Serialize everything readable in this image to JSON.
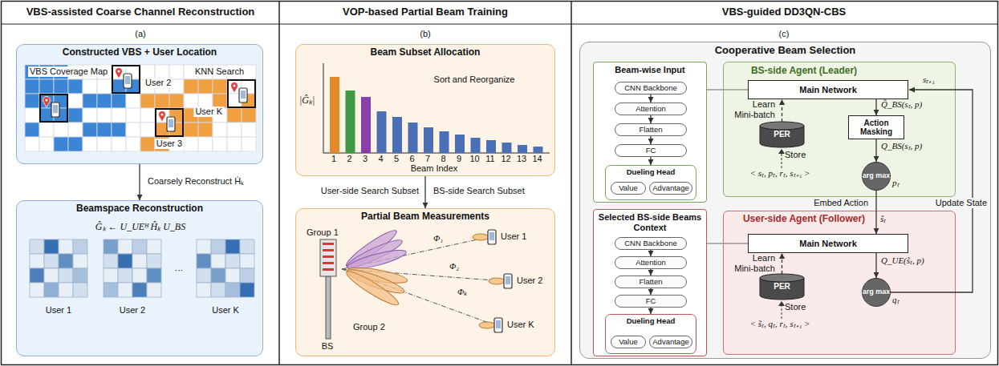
{
  "diagram": {
    "nodes": [
      {
        "text": [
          "VBS-assisted Coarse Channel Reconstruction",
          "(a)"
        ]
      },
      {
        "text": [
          "Constructed VBS + User Location",
          "VBS Coverage Map",
          "KNN Search",
          "User 2",
          "User 3",
          "User K"
        ],
        "in": 0
      },
      {
        "text": [
          "Beamspace Reconstruction",
          "Ĝₖ ← U_UEᴴ Ĥₖ U_BS",
          "User 1",
          "User 2",
          "···",
          "User K"
        ],
        "in": 0
      },
      {
        "text": [
          "VOP-based Partial Beam Training",
          "(b)"
        ]
      },
      {
        "text": [
          "Beam Subset Allocation",
          "Sort and Reorganize",
          "|Ĝₖ|",
          "Beam Index"
        ],
        "in": 3
      },
      {
        "text": [
          "Partial Beam Measurements"
        ],
        "in": 3
      },
      {
        "text": [
          "VBS-guided DD3QN-CBS",
          "(c)"
        ]
      },
      {
        "text": [
          "Cooperative Beam Selection"
        ],
        "in": 6
      },
      {
        "text": [
          "Beam-wise Input"
        ],
        "in": 7
      },
      {
        "text": [
          "CNN Backbone"
        ],
        "in": 8
      },
      {
        "text": [
          "Attention"
        ],
        "in": 8
      },
      {
        "text": [
          "Flatten"
        ],
        "in": 8
      },
      {
        "text": [
          "FC"
        ],
        "in": 8
      },
      {
        "text": [
          "Dueling Head"
        ],
        "in": 8
      },
      {
        "text": [
          "Value"
        ],
        "in": 13
      },
      {
        "text": [
          "Advantage"
        ],
        "in": 13
      },
      {
        "text": [
          "Selected BS-side Beams Context"
        ],
        "in": 7
      },
      {
        "text": [
          "CNN Backbone"
        ],
        "in": 16
      },
      {
        "text": [
          "Attention"
        ],
        "in": 16
      },
      {
        "text": [
          "Flatten"
        ],
        "in": 16
      },
      {
        "text": [
          "FC"
        ],
        "in": 16
      },
      {
        "text": [
          "Dueling Head"
        ],
        "in": 16
      },
      {
        "text": [
          "Value"
        ],
        "in": 21
      },
      {
        "text": [
          "Advantage"
        ],
        "in": 21
      },
      {
        "text": [
          "BS-side Agent (Leader)"
        ],
        "in": 7
      },
      {
        "text": [
          "Main Network"
        ],
        "in": 24
      },
      {
        "text": [
          "PER"
        ],
        "in": 24
      },
      {
        "text": [
          "Action Masking"
        ],
        "in": 24
      },
      {
        "text": [
          "arg max"
        ],
        "in": 24
      },
      {
        "text": [
          "User-side Agent (Follower)"
        ],
        "in": 7
      },
      {
        "text": [
          "Main Network"
        ],
        "in": 29
      },
      {
        "text": [
          "PER"
        ],
        "in": 29
      },
      {
        "text": [
          "arg max"
        ],
        "in": 29
      }
    ],
    "edges": [
      {
        "from": 1,
        "to": 2,
        "arrow": "to",
        "label": "Coarsely Reconstruct Ĥₖ"
      },
      {
        "from": 4,
        "to": 5,
        "arrow": "to"
      },
      {
        "from": 9,
        "to": 10,
        "arrow": "to"
      },
      {
        "from": 10,
        "to": 11,
        "arrow": "to"
      },
      {
        "from": 11,
        "to": 12,
        "arrow": "to"
      },
      {
        "from": 12,
        "to": 13,
        "arrow": "to"
      },
      {
        "from": 17,
        "to": 18,
        "arrow": "to"
      },
      {
        "from": 18,
        "to": 19,
        "arrow": "to"
      },
      {
        "from": 19,
        "to": 20,
        "arrow": "to"
      },
      {
        "from": 20,
        "to": 21,
        "arrow": "to"
      },
      {
        "from": 8,
        "to": 25,
        "arrow": "none"
      },
      {
        "from": 16,
        "to": 30,
        "arrow": "none"
      },
      {
        "from": 25,
        "to": 27,
        "arrow": "to",
        "label": "Q̃_BS(sₜ, p)"
      },
      {
        "from": 27,
        "to": 28,
        "arrow": "to",
        "label": "Q_BS(sₜ, p)"
      },
      {
        "from": 26,
        "to": 25,
        "arrow": "to",
        "label": "Learn Mini-batch"
      },
      {
        "from": 28,
        "to": 30,
        "arrow": "to",
        "label": "Embed Action"
      },
      {
        "from": 30,
        "to": 32,
        "arrow": "to",
        "label": "Q_UE(s̃ₜ, p)"
      },
      {
        "from": 31,
        "to": 30,
        "arrow": "to",
        "label": "Learn Mini-batch"
      },
      {
        "from": 32,
        "to": 25,
        "arrow": "to",
        "label": "Update State"
      }
    ],
    "labels": [
      "1",
      "2",
      "3",
      "4",
      "5",
      "6",
      "7",
      "8",
      "9",
      "10",
      "11",
      "12",
      "13",
      "14",
      "User-side Search Subset",
      "BS-side Search Subset",
      "BS",
      "Group 1",
      "Group 2",
      "Φ₁",
      "Φ₂",
      "Φₖ",
      "User 1",
      "User 2",
      "User K",
      "Store",
      "< sₜ, pₜ, rₜ, sₜ₊₁ >",
      "pₜ",
      "sₜ₊₁",
      "s̃ₜ",
      "Store",
      "< s̃ₜ, qₜ, rₜ, sₜ₊₁ >",
      "qₜ"
    ]
  }
}
